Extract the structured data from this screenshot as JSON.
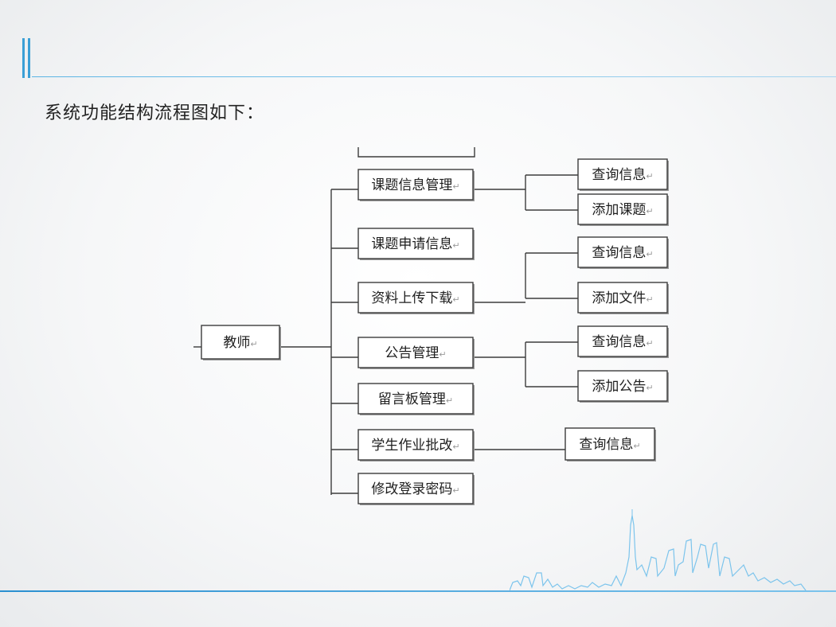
{
  "heading": "系统功能结构流程图如下：",
  "diagram": {
    "root": "教师",
    "return_mark": "↵",
    "modules": [
      {
        "label": "课题信息管理",
        "children": [
          "查询信息",
          "添加课题"
        ]
      },
      {
        "label": "课题申请信息",
        "children": []
      },
      {
        "label": "资料上传下载",
        "children": [
          "查询信息",
          "添加文件"
        ]
      },
      {
        "label": "公告管理",
        "children": [
          "查询信息",
          "添加公告"
        ]
      },
      {
        "label": "留言板管理",
        "children": []
      },
      {
        "label": "学生作业批改",
        "children": [
          "查询信息"
        ]
      },
      {
        "label": "修改登录密码",
        "children": []
      }
    ]
  },
  "colors": {
    "accent": "#3a9fd6",
    "line": "#3c3c3c",
    "text": "#1e1e1e"
  },
  "icons": {
    "skyline": "city-skyline-icon",
    "accent": "accent-bars-icon"
  }
}
